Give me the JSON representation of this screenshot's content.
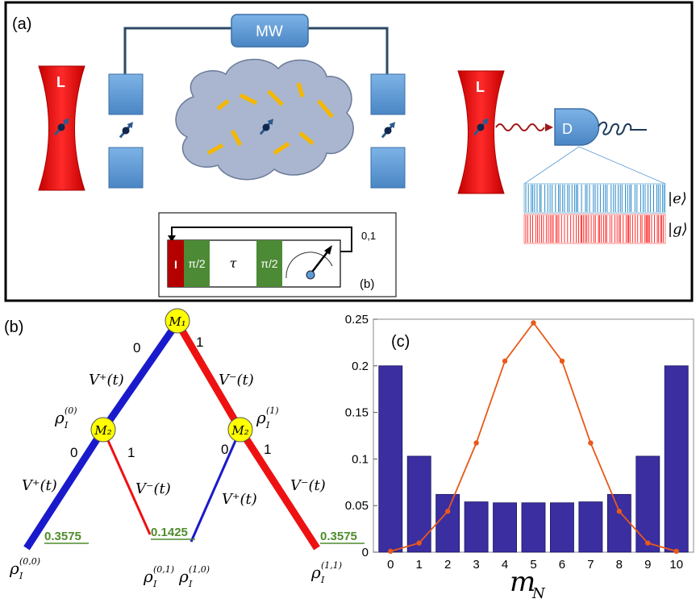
{
  "panel_a": {
    "label": "(a)",
    "mw_label": "MW",
    "laser_label": "L",
    "detector_label": "D",
    "state_e": "|e⟩",
    "state_g": "|g⟩",
    "colors": {
      "laser": "#ff1a1a",
      "box": "#5b9bd5",
      "cloud": "#a9b8d0",
      "spin_bath": "#f5b800",
      "trace_e": "#2e8bc9",
      "trace_g": "#ff3333"
    }
  },
  "inset_b": {
    "label": "(b)",
    "init_label": "I",
    "pulse_label": "π/2",
    "tau_label": "τ",
    "feedback_label": "0,1"
  },
  "panel_b": {
    "label": "(b)",
    "nodes": {
      "m1": "M₁",
      "m2_left": "M₂",
      "m2_right": "M₂"
    },
    "branch_labels": {
      "top_left": "0",
      "top_right": "1",
      "mid_left_0": "0",
      "mid_left_1": "1",
      "mid_right_0": "0",
      "mid_right_1": "1"
    },
    "ops": {
      "top_left": "V⁺(t)",
      "top_right": "V⁻(t)",
      "ll": "V⁺(t)",
      "lr": "V⁻(t)",
      "rl": "V⁺(t)",
      "rr": "V⁻(t)"
    },
    "rho": {
      "r0": "ρ",
      "r1": "ρ",
      "r00": "ρ",
      "r01": "ρ",
      "r10": "ρ",
      "r11": "ρ"
    },
    "rho_sub": "I",
    "rho_sup": {
      "r0": "(0)",
      "r1": "(1)",
      "r00": "(0,0)",
      "r01": "(0,1)",
      "r10": "(1,0)",
      "r11": "(1,1)"
    },
    "probabilities": {
      "p00": "0.3575",
      "p01": "0.1425",
      "p11": "0.3575"
    }
  },
  "chart_data": {
    "type": "bar",
    "label": "(c)",
    "xlabel_main": "m",
    "xlabel_sub": "N",
    "categories": [
      "0",
      "1",
      "2",
      "3",
      "4",
      "5",
      "6",
      "7",
      "8",
      "9",
      "10"
    ],
    "series": [
      {
        "type": "bar",
        "color": "#3a2ea0",
        "values": [
          0.2,
          0.103,
          0.062,
          0.054,
          0.053,
          0.053,
          0.053,
          0.054,
          0.062,
          0.103,
          0.2
        ]
      },
      {
        "type": "line",
        "color": "#e8591a",
        "values": [
          0.001,
          0.0098,
          0.0439,
          0.1172,
          0.2051,
          0.2461,
          0.2051,
          0.1172,
          0.0439,
          0.0098,
          0.001
        ]
      }
    ],
    "ylim": [
      0,
      0.25
    ],
    "yticks": [
      "0",
      "0.05",
      "0.1",
      "0.15",
      "0.2",
      "0.25"
    ]
  }
}
